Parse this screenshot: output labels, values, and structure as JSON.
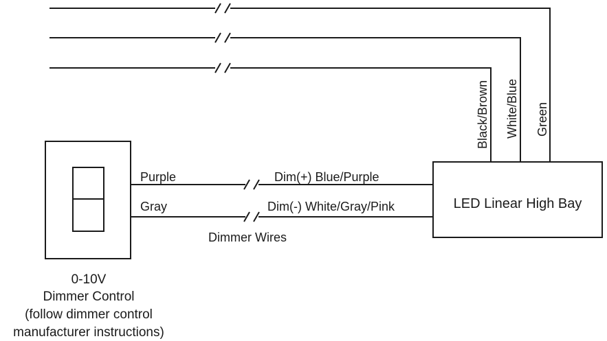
{
  "device": {
    "name": "LED Linear High Bay"
  },
  "dimmer": {
    "caption_lines": [
      "0-10V",
      "Dimmer Control",
      "(follow dimmer control",
      "manufacturer instructions)"
    ]
  },
  "dimmer_wires": {
    "caption": "Dimmer Wires",
    "control_side": {
      "top": "Purple",
      "bottom": "Gray"
    },
    "fixture_side": {
      "top": "Dim(+) Blue/Purple",
      "bottom": "Dim(-) White/Gray/Pink"
    }
  },
  "power_wires": [
    {
      "label": "Black/Brown"
    },
    {
      "label": "White/Blue"
    },
    {
      "label": "Green"
    }
  ],
  "colors": {
    "line": "#1a1a1a",
    "background": "#ffffff"
  }
}
